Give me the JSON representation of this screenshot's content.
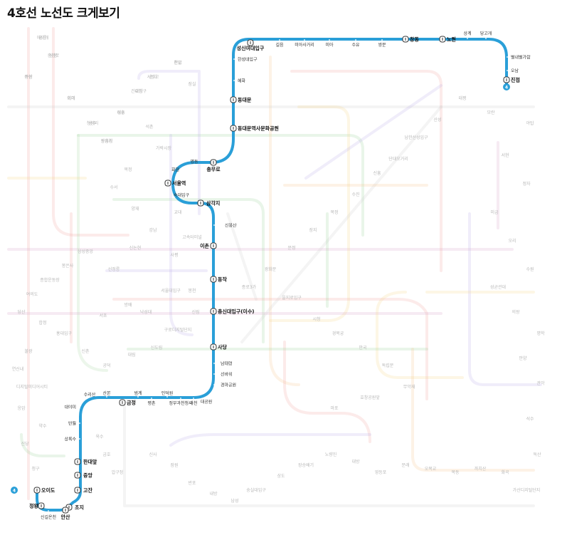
{
  "title": "4호선 노선도 크게보기",
  "line": {
    "number": "4",
    "color": "#2a9fd8",
    "stations": [
      {
        "name": "진접",
        "transfer": true
      },
      {
        "name": "오남",
        "transfer": false
      },
      {
        "name": "별내별가람",
        "transfer": false
      },
      {
        "name": "당고개",
        "transfer": false
      },
      {
        "name": "상계",
        "transfer": false
      },
      {
        "name": "노원",
        "transfer": true
      },
      {
        "name": "창동",
        "transfer": true
      },
      {
        "name": "쌍문",
        "transfer": false
      },
      {
        "name": "수유",
        "transfer": false
      },
      {
        "name": "미아",
        "transfer": false
      },
      {
        "name": "미아사거리",
        "transfer": false
      },
      {
        "name": "길음",
        "transfer": false
      },
      {
        "name": "성신여대입구",
        "transfer": true
      },
      {
        "name": "한성대입구",
        "transfer": false
      },
      {
        "name": "혜화",
        "transfer": false
      },
      {
        "name": "동대문",
        "transfer": true
      },
      {
        "name": "동대문역사문화공원",
        "transfer": true
      },
      {
        "name": "충무로",
        "transfer": true
      },
      {
        "name": "명동",
        "transfer": false
      },
      {
        "name": "회현",
        "transfer": false
      },
      {
        "name": "서울역",
        "transfer": true
      },
      {
        "name": "숙대입구",
        "transfer": false
      },
      {
        "name": "삼각지",
        "transfer": true
      },
      {
        "name": "신용산",
        "transfer": false
      },
      {
        "name": "이촌",
        "transfer": true
      },
      {
        "name": "동작",
        "transfer": true
      },
      {
        "name": "총신대입구(이수)",
        "transfer": true
      },
      {
        "name": "사당",
        "transfer": true
      },
      {
        "name": "남태령",
        "transfer": false
      },
      {
        "name": "선바위",
        "transfer": false
      },
      {
        "name": "경마공원",
        "transfer": false
      },
      {
        "name": "대공원",
        "transfer": false
      },
      {
        "name": "과천",
        "transfer": false
      },
      {
        "name": "정부과천청사",
        "transfer": false
      },
      {
        "name": "인덕원",
        "transfer": false
      },
      {
        "name": "평촌",
        "transfer": false
      },
      {
        "name": "범계",
        "transfer": false
      },
      {
        "name": "금정",
        "transfer": true
      },
      {
        "name": "산본",
        "transfer": false
      },
      {
        "name": "수리산",
        "transfer": false
      },
      {
        "name": "대야미",
        "transfer": false
      },
      {
        "name": "반월",
        "transfer": false
      },
      {
        "name": "상록수",
        "transfer": false
      },
      {
        "name": "한대앞",
        "transfer": true
      },
      {
        "name": "중앙",
        "transfer": true
      },
      {
        "name": "고잔",
        "transfer": true
      },
      {
        "name": "초지",
        "transfer": true
      },
      {
        "name": "안산",
        "transfer": true
      },
      {
        "name": "신길온천",
        "transfer": false
      },
      {
        "name": "정왕",
        "transfer": true
      },
      {
        "name": "오이도",
        "transfer": true
      }
    ]
  },
  "background_labels": [
    "공릉",
    "상봉",
    "중랑",
    "회기",
    "청량리",
    "왕십리",
    "성수",
    "건대입구",
    "군자",
    "천호",
    "잠실",
    "석촌",
    "가락시장",
    "복정",
    "수서",
    "양재",
    "강남",
    "교대",
    "고속터미널",
    "사평",
    "신논현",
    "선정릉",
    "삼성중앙",
    "봉은사",
    "종합운동장",
    "여의도",
    "당산",
    "합정",
    "홍대입구",
    "신촌",
    "공덕",
    "대림",
    "신도림",
    "구로디지털단지",
    "신림",
    "봉천",
    "서울대입구",
    "낙성대",
    "방배",
    "서초",
    "불광",
    "연신내",
    "디지털미디어시티",
    "응암",
    "약수",
    "신당",
    "청구",
    "옥수",
    "금호",
    "압구정",
    "신사",
    "잠원",
    "반포",
    "내방",
    "남성",
    "숭실대입구",
    "상도",
    "장승배기",
    "노량진",
    "대방",
    "영등포",
    "문래",
    "오목교",
    "목동",
    "까치산",
    "화곡",
    "가산디지털단지",
    "독산",
    "석수",
    "관악",
    "안양",
    "명학",
    "의왕",
    "성균관대",
    "수원",
    "오리",
    "미금",
    "정자",
    "서현",
    "야탑",
    "모란",
    "태평",
    "산성",
    "남한산성입구",
    "단대오거리",
    "신흥",
    "수진",
    "복정",
    "장지",
    "문정",
    "광화문",
    "종로3가",
    "을지로입구",
    "시청",
    "경복궁",
    "안국",
    "독립문",
    "무악재",
    "효창공원앞",
    "마포",
    "애오개",
    "충정로",
    "아현",
    "이대",
    "상수",
    "광흥창",
    "대흥",
    "효창",
    "서빙고",
    "한남"
  ]
}
